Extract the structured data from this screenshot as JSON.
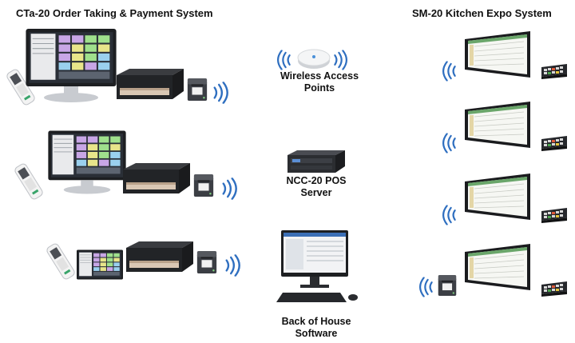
{
  "headings": {
    "left": "CTa-20 Order Taking & Payment System",
    "right": "SM-20 Kitchen Expo System"
  },
  "labels": {
    "wifi_ap": [
      "Wireless Access",
      "Points"
    ],
    "server": [
      "NCC-20 POS",
      "Server"
    ],
    "boh": [
      "Back of House",
      "Software"
    ]
  },
  "colors": {
    "wifi_wave": "#2f6fc0",
    "screen_bg": "#2a2f37",
    "device_dark": "#1d1f22",
    "stand_silver": "#c8cbd0"
  },
  "icons": [
    "wifi-waves-icon",
    "wireless-access-point-icon",
    "pos-terminal-icon",
    "cash-drawer-icon",
    "receipt-printer-icon",
    "handheld-payment-icon",
    "tablet-icon",
    "rack-server-icon",
    "desktop-computer-icon",
    "kitchen-monitor-icon",
    "bump-bar-icon"
  ]
}
